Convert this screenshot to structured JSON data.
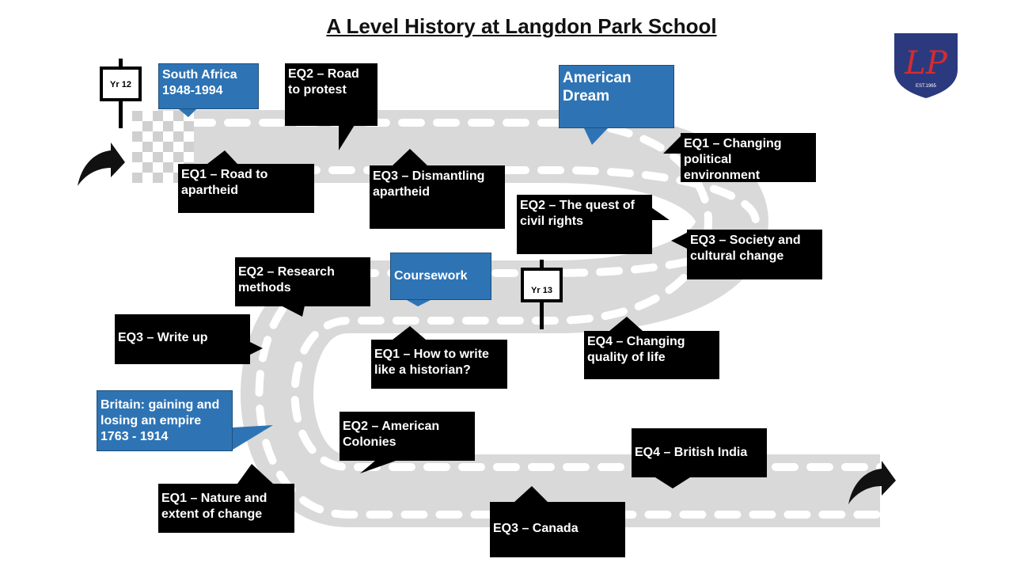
{
  "title": "A Level History at Langdon Park School",
  "colors": {
    "road": "#d9d9d9",
    "dash": "#ffffff",
    "topic": "#2e74b5",
    "question": "#000000",
    "crest": "#2b3a7e",
    "crest_letters": "#d62b30"
  },
  "signs": {
    "year12": "Yr 12",
    "year13": "Yr 13"
  },
  "logo": {
    "icon": "school-crest-icon",
    "letters": "LP",
    "est": "EST.1965"
  },
  "south_africa": {
    "topic": "South Africa\n1948-1994",
    "eq1": "EQ1 – Road to\napartheid",
    "eq2": "EQ2 – Road\nto protest",
    "eq3": "EQ3 – Dismantling\napartheid"
  },
  "american_dream": {
    "topic": "American\nDream",
    "eq1": "EQ1 – Changing\npolitical\nenvironment",
    "eq2": "EQ2 – The quest of\ncivil rights",
    "eq3": "EQ3 – Society and\ncultural change",
    "eq4": "EQ4 – Changing\nquality of life"
  },
  "coursework": {
    "topic": "Coursework",
    "eq1": "EQ1 – How to write\nlike a historian?",
    "eq2": "EQ2 – Research\nmethods",
    "eq3": "EQ3 – Write up"
  },
  "britain": {
    "topic": "Britain: gaining and\nlosing an empire\n1763 - 1914",
    "eq1": "EQ1 – Nature and\nextent of change",
    "eq2": "EQ2 – American\nColonies",
    "eq3": "EQ3 – Canada",
    "eq4": "EQ4 – British India"
  }
}
